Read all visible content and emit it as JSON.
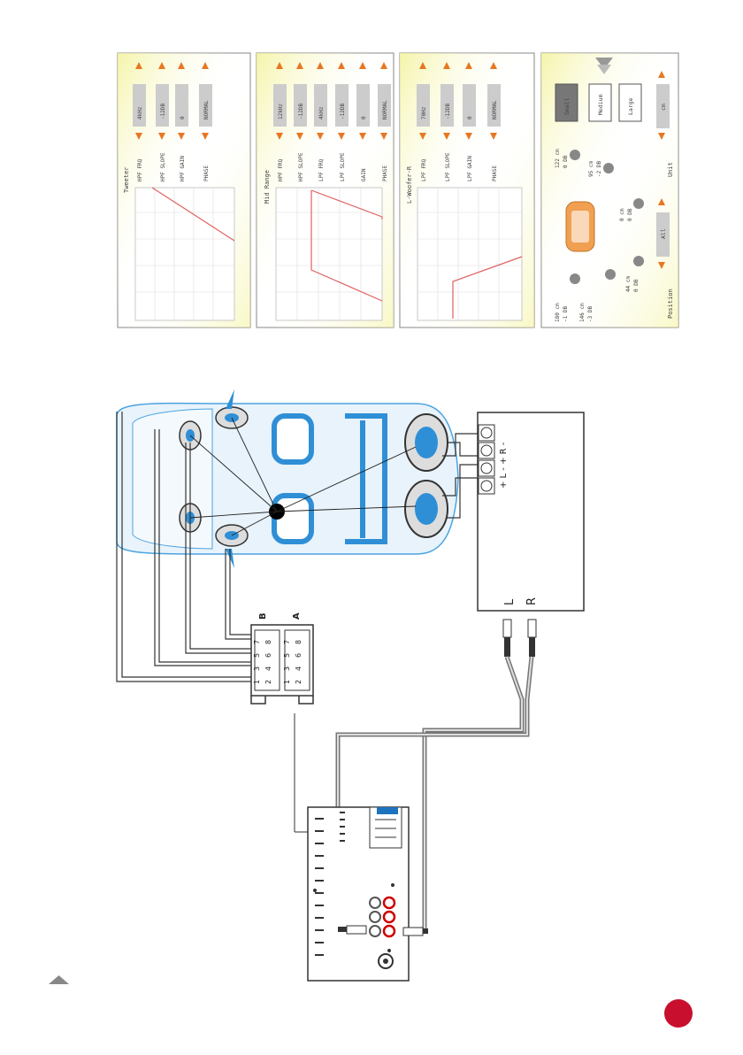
{
  "screens": {
    "tweeter": {
      "title": "Tweeter",
      "rows": [
        {
          "label": "HPF FRQ",
          "value": "4kHz"
        },
        {
          "label": "HPF SLOPE",
          "value": "-12DB"
        },
        {
          "label": "HPF GAIN",
          "value": "0"
        },
        {
          "label": "PHASE",
          "value": "NORMAL"
        }
      ]
    },
    "midrange": {
      "title": "Mid Range",
      "rows": [
        {
          "label": "HPF FRQ",
          "value": "12kHz"
        },
        {
          "label": "HPF SLOPE",
          "value": "-12DB"
        },
        {
          "label": "LPF FRQ",
          "value": "4kHz"
        },
        {
          "label": "LPF SLOPE",
          "value": "-12DB"
        },
        {
          "label": "GAIN",
          "value": "0"
        },
        {
          "label": "PHASE",
          "value": "NORMAL"
        }
      ]
    },
    "woofer": {
      "title": "L-Woofer-R",
      "rows": [
        {
          "label": "LPF FRQ",
          "value": "70Hz"
        },
        {
          "label": "LPF SLOPE",
          "value": "-12DB"
        },
        {
          "label": "LPF GAIN",
          "value": "0"
        },
        {
          "label": "PHASE",
          "value": "NORMAL"
        }
      ]
    },
    "position": {
      "size_buttons": [
        "Small",
        "Medium",
        "Large"
      ],
      "unit_label": "Unit",
      "unit_value": "cm",
      "position_label": "Position",
      "position_value": "All",
      "speakers": [
        {
          "dist": "180 cm",
          "db": "-1 DB"
        },
        {
          "dist": "146 cm",
          "db": "-3 DB"
        },
        {
          "dist": "44 cm",
          "db": "0 DB"
        },
        {
          "dist": "122 cm",
          "db": "0 DB"
        },
        {
          "dist": "95 cm",
          "db": "-2 DB"
        },
        {
          "dist": "0 cm",
          "db": "0 DB"
        }
      ]
    }
  },
  "connector": {
    "label_a": "A",
    "label_b": "B",
    "pins_left": [
      "1",
      "3",
      "5",
      "7",
      "2",
      "4",
      "6",
      "8"
    ],
    "pins_right": [
      "1",
      "3",
      "5",
      "7",
      "2",
      "4",
      "6",
      "8"
    ]
  },
  "amplifier": {
    "terminals": "+ L -    + R -",
    "input_l": "L",
    "input_r": "R"
  },
  "colors": {
    "car_blue": "#4aa3e0",
    "seat_blue": "#2f8fd6",
    "wire_red": "#e06060",
    "brand_red": "#c8102e"
  }
}
